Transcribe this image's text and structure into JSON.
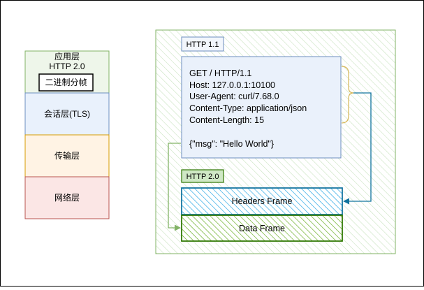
{
  "colors": {
    "border": "#000000",
    "green": "#82b366",
    "green_fill": "#d5e8d4",
    "green_hatch": "#60a917",
    "blue": "#6c8ebf",
    "blue_fill": "#dae8fc",
    "blue_hatch": "#1ba1e2",
    "orange": "#d79b00",
    "orange_fill": "#ffe6cc",
    "red": "#b85450",
    "red_fill": "#f8cecc",
    "brace": "#d6b656",
    "arrow_blue": "#10739e",
    "arrow_green": "#82b366"
  },
  "stack": {
    "app_layer": "应用层",
    "app_protocol": "HTTP 2.0",
    "binary_framing": "二进制分帧",
    "session_layer": "会话层(TLS)",
    "transport_layer": "传输层",
    "network_layer": "网络层"
  },
  "http11": {
    "label": "HTTP 1.1",
    "request_lines": [
      "GET / HTTP/1.1",
      "Host: 127.0.0.1:10100",
      "User-Agent: curl/7.68.0",
      "Content-Type: application/json",
      "Content-Length: 15"
    ],
    "body": "{\"msg\": \"Hello World\"}"
  },
  "http2": {
    "label": "HTTP 2.0",
    "headers_frame": "Headers Frame",
    "data_frame": "Data Frame"
  }
}
